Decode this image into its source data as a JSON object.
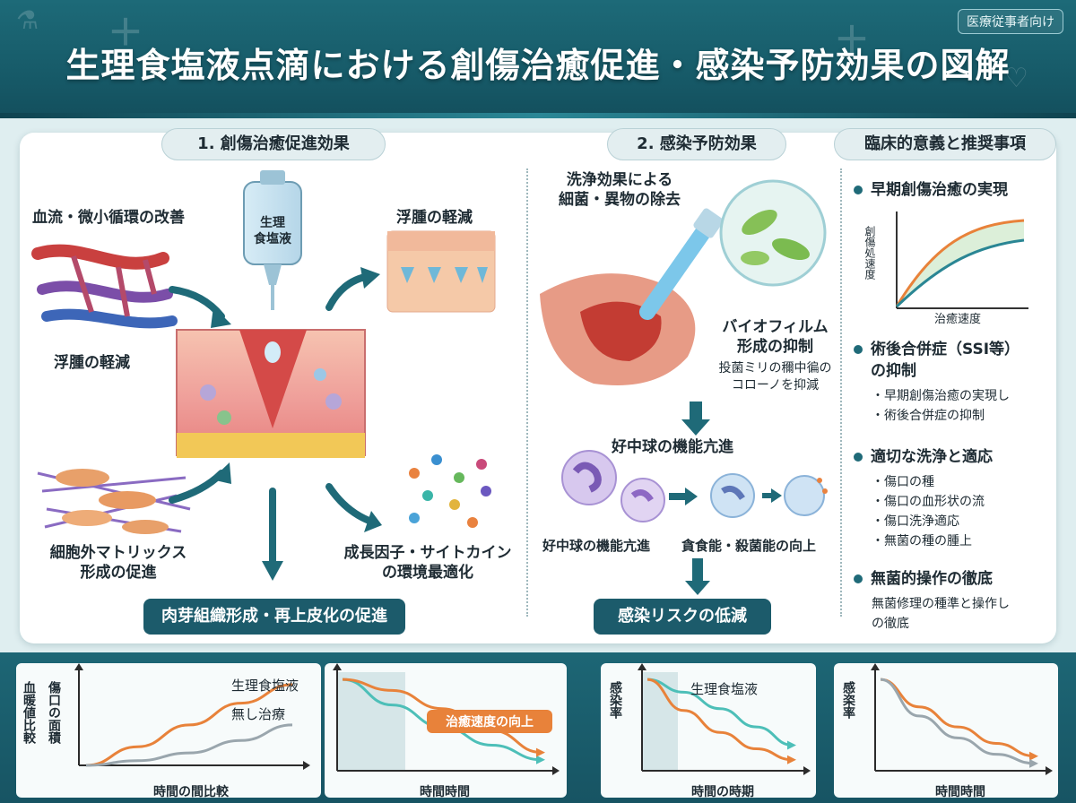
{
  "header": {
    "badge": "医療従事者向け",
    "title": "生理食塩液点滴における創傷治癒促進・感染予防効果の図解"
  },
  "section1": {
    "heading": "1. 創傷治癒促進効果",
    "bag_label_line1": "生理",
    "bag_label_line2": "食塩液",
    "blood_flow": "血流・微小循環の改善",
    "edema_left": "浮腫の軽減",
    "edema_right": "浮腫の軽減",
    "ecm_line1": "細胞外マトリックス",
    "ecm_line2": "形成の促進",
    "growth_line1": "成長因子・サイトカイン",
    "growth_line2": "の環境最適化",
    "banner": "肉芽組織形成・再上皮化の促進"
  },
  "section2": {
    "heading": "2. 感染予防効果",
    "washing_line1": "洗浄効果による",
    "washing_line2": "細菌・異物の除去",
    "biofilm_line1": "バイオフィルム",
    "biofilm_line2": "形成の抑制",
    "biofilm_sub1": "投菌ミリの穪中徧の",
    "biofilm_sub2": "コローノを抑減",
    "neutrophil": "好中球の機能亢進",
    "neutrophil_left": "好中球の機能亢進",
    "phagocytosis": "貪食能・殺菌能の向上",
    "banner": "感染リスクの低減"
  },
  "section3": {
    "heading": "臨床的意義と推奨事項",
    "item1": "早期創傷治癒の実現",
    "mini_chart": {
      "ylabel": "創傷処速度",
      "xlabel": "治癒速度"
    },
    "item2_line1": "術後合併症（SSI等）",
    "item2_line2": "の抑制",
    "item2_sub": [
      "・早期創傷治癒の実現し",
      "・術後合併症の抑制"
    ],
    "item3": "適切な洗浄と適応",
    "item3_sub": [
      "・傷口の種",
      "・傷口の血形状の流",
      "・傷口洗浄適応",
      "・無菌の種の腫上"
    ],
    "item4": "無菌的操作の徹底",
    "item4_sub": [
      "無菌修理の種準と操作し",
      "の徹底"
    ]
  },
  "chart_data": [
    {
      "type": "line",
      "ylabel_left": "血暖値比較",
      "ylabel": "傷口の面積",
      "xlabel": "時間の間比較",
      "series": [
        {
          "name": "生理食塩液",
          "x": [
            0,
            1,
            2,
            3,
            4
          ],
          "values": [
            0,
            1.2,
            2.6,
            4.0,
            5.2
          ]
        },
        {
          "name": "無し治療",
          "x": [
            0,
            1,
            2,
            3,
            4
          ],
          "values": [
            0,
            0.3,
            0.8,
            1.6,
            2.6
          ]
        }
      ]
    },
    {
      "type": "line",
      "xlabel": "時間時間",
      "annotation": "治癒速度の向上",
      "series": [
        {
          "x": [
            0,
            1,
            2,
            3,
            4
          ],
          "values": [
            5,
            3.6,
            2.4,
            1.4,
            0.6
          ]
        },
        {
          "x": [
            0,
            1,
            2,
            3,
            4
          ],
          "values": [
            5,
            4.4,
            3.4,
            2.2,
            1.0
          ]
        }
      ]
    },
    {
      "type": "line",
      "ylabel": "感染率",
      "xlabel": "時間の時期",
      "series": [
        {
          "name": "生理食塩液",
          "x": [
            0,
            1,
            2,
            3,
            4
          ],
          "values": [
            5,
            4.3,
            3.4,
            2.4,
            1.4
          ]
        },
        {
          "x": [
            0,
            1,
            2,
            3,
            4
          ],
          "values": [
            5,
            3.3,
            2.1,
            1.2,
            0.6
          ]
        }
      ]
    },
    {
      "type": "line",
      "ylabel": "感栥率",
      "xlabel": "時間時間",
      "series": [
        {
          "x": [
            0,
            1,
            2,
            3,
            4
          ],
          "values": [
            5,
            3.5,
            2.4,
            1.5,
            0.8
          ]
        },
        {
          "x": [
            0,
            1,
            2,
            3,
            4
          ],
          "values": [
            5,
            3.0,
            1.8,
            0.9,
            0.4
          ]
        }
      ]
    }
  ],
  "colors": {
    "teal_dark": "#1c5b6b",
    "orange": "#e8823a",
    "teal_line": "#4dbfb8",
    "gray_line": "#9aa6ad"
  }
}
